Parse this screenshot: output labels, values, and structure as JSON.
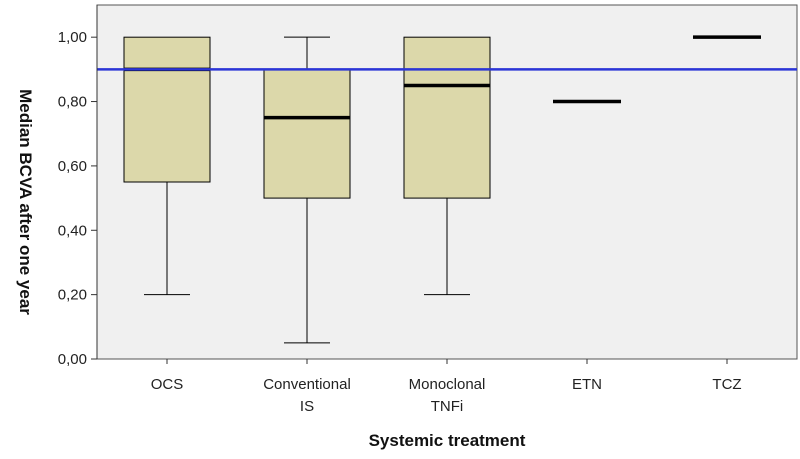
{
  "chart_data": {
    "type": "boxplot",
    "xlabel": "Systemic treatment",
    "ylabel": "Median BCVA after one year",
    "ylim": [
      0,
      1.1
    ],
    "yticks": [
      0,
      0.2,
      0.4,
      0.6,
      0.8,
      1.0
    ],
    "ytick_labels": [
      "0,00",
      "0,20",
      "0,40",
      "0,60",
      "0,80",
      "1,00"
    ],
    "categories": [
      {
        "lines": [
          "OCS"
        ]
      },
      {
        "lines": [
          "Conventional",
          "IS"
        ]
      },
      {
        "lines": [
          "Monoclonal",
          "TNFi"
        ]
      },
      {
        "lines": [
          "ETN"
        ]
      },
      {
        "lines": [
          "TCZ"
        ]
      }
    ],
    "boxes": [
      {
        "min": 0.2,
        "q1": 0.55,
        "median": 0.9,
        "q3": 1.0,
        "max": 1.0
      },
      {
        "min": 0.05,
        "q1": 0.5,
        "median": 0.75,
        "q3": 0.9,
        "max": 1.0
      },
      {
        "min": 0.2,
        "q1": 0.5,
        "median": 0.85,
        "q3": 1.0,
        "max": 1.0
      },
      {
        "min": 0.8,
        "q1": 0.8,
        "median": 0.8,
        "q3": 0.8,
        "max": 0.8
      },
      {
        "min": 1.0,
        "q1": 1.0,
        "median": 1.0,
        "q3": 1.0,
        "max": 1.0
      }
    ],
    "reference_line": {
      "y": 0.9,
      "color": "#2b35d6"
    },
    "grid": false,
    "colors": {
      "box_fill": "#dcd8aa",
      "plot_bg": "#f0f0f0",
      "median": "#000000"
    }
  }
}
